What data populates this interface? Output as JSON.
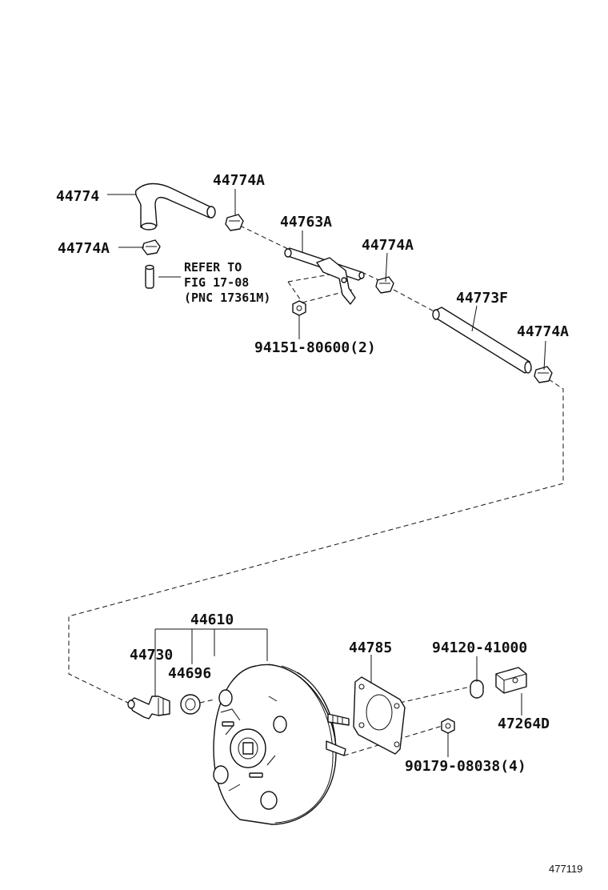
{
  "labels": {
    "p44774": "44774",
    "p44774a_1": "44774A",
    "p44774a_2": "44774A",
    "p44763a": "44763A",
    "p44774a_3": "44774A",
    "p44773f": "44773F",
    "p44774a_4": "44774A",
    "p94151": "94151-80600(2)",
    "p44610": "44610",
    "p44730": "44730",
    "p44696": "44696",
    "p44785": "44785",
    "p94120": "94120-41000",
    "p47264d": "47264D",
    "p90179": "90179-08038(4)"
  },
  "refer_note": {
    "line1": "REFER TO",
    "line2": "FIG 17-08",
    "line3": "(PNC 17361M)"
  },
  "figure_id": "477119"
}
